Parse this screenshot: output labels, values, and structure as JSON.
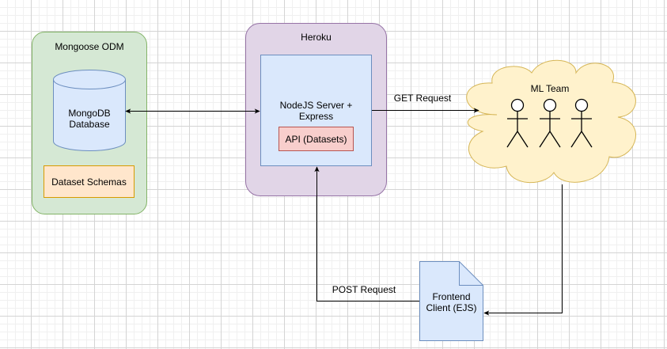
{
  "nodes": {
    "mongoose_group": {
      "label": "Mongoose ODM"
    },
    "mongodb": {
      "label": "MongoDB\nDatabase"
    },
    "dataset_schemas": {
      "label": "Dataset Schemas"
    },
    "heroku_group": {
      "label": "Heroku"
    },
    "node_server": {
      "label": "NodeJS Server +\nExpress"
    },
    "api": {
      "label": "API (Datasets)"
    },
    "ml_team": {
      "label": "ML Team"
    },
    "frontend": {
      "label": "Frontend\nClient (EJS)"
    }
  },
  "edges": {
    "get_request": {
      "label": "GET Request"
    },
    "post_request": {
      "label": "POST Request"
    }
  },
  "colors": {
    "green_fill": "#d5e8d4",
    "green_stroke": "#82b366",
    "purple_fill": "#e1d5e7",
    "purple_stroke": "#9673a6",
    "blue_fill": "#dae8fc",
    "blue_stroke": "#6c8ebf",
    "orange_fill": "#ffe6cc",
    "orange_stroke": "#d79b00",
    "red_fill": "#f8cecc",
    "red_stroke": "#b85450",
    "cloud_fill": "#fff2cc",
    "cloud_stroke": "#d6b656"
  }
}
